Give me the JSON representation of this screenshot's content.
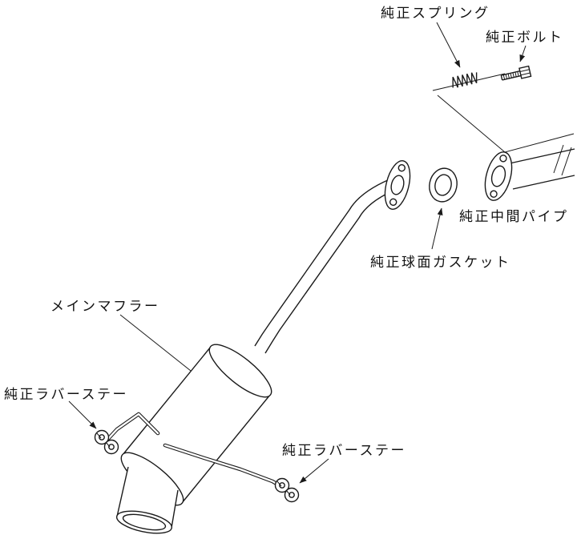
{
  "diagram": {
    "type": "exhaust-installation-diagram",
    "background": "#ffffff",
    "line_color": "#1a1a1a",
    "labels": {
      "spring": "純正スプリング",
      "bolt": "純正ボルト",
      "intermediate_pipe": "純正中間パイプ",
      "spherical_gasket": "純正球面ガスケット",
      "main_muffler": "メインマフラー",
      "rubber_stay_left": "純正ラバーステー",
      "rubber_stay_bottom": "純正ラバーステー"
    }
  }
}
